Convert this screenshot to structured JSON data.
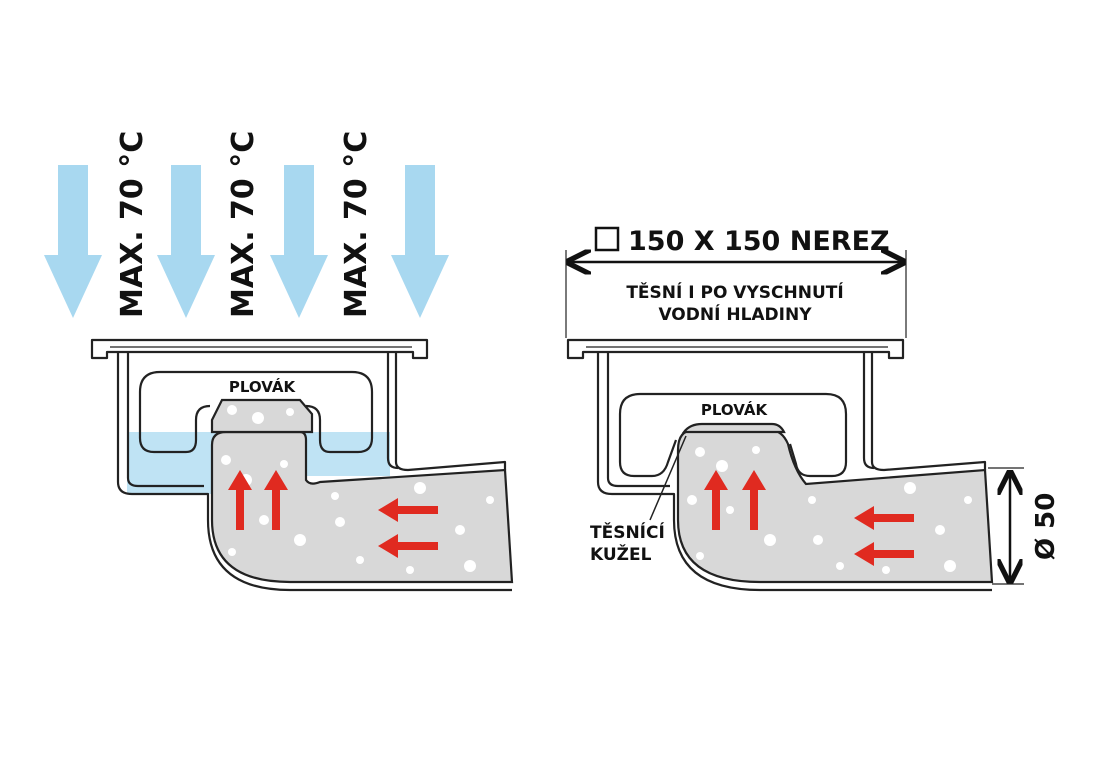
{
  "left": {
    "temp_labels": [
      "MAX. 70 °C",
      "MAX. 70 °C",
      "MAX. 70 °C"
    ],
    "float_label": "PLOVÁK"
  },
  "right": {
    "dimension_label": "150 X 150 NEREZ",
    "seal_note_line1": "TĚSNÍ I PO VYSCHNUTÍ",
    "seal_note_line2": "VODNÍ HLADINY",
    "float_label": "PLOVÁK",
    "cone_label_line1": "TĚSNÍCÍ",
    "cone_label_line2": "KUŽEL",
    "diameter_label": "Ø 50"
  },
  "colors": {
    "down_arrow": "#a8d8f0",
    "water": "#bfe3f4",
    "flow_arrow": "#e02a20",
    "air_fill": "#d8d8d8",
    "outline": "#222222"
  },
  "icons": {
    "square_symbol": "square-icon"
  }
}
